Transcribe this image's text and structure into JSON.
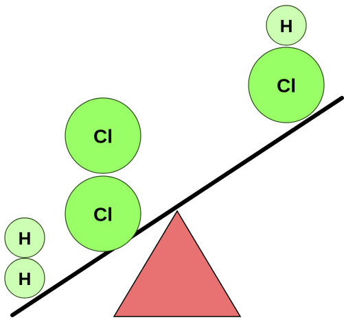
{
  "colors": {
    "atom_fill": "#99ff66",
    "atom_stroke": "#2b4a1a",
    "h_atom_fill": "#ccffb3",
    "fulcrum_fill": "#e87272",
    "fulcrum_stroke": "#000000",
    "beam": "#000000"
  },
  "atoms": {
    "left_cl_top": {
      "label": "Cl"
    },
    "left_cl_bottom": {
      "label": "Cl"
    },
    "left_h_top": {
      "label": "H"
    },
    "left_h_bottom": {
      "label": "H"
    },
    "right_cl": {
      "label": "Cl"
    },
    "right_h": {
      "label": "H"
    }
  }
}
